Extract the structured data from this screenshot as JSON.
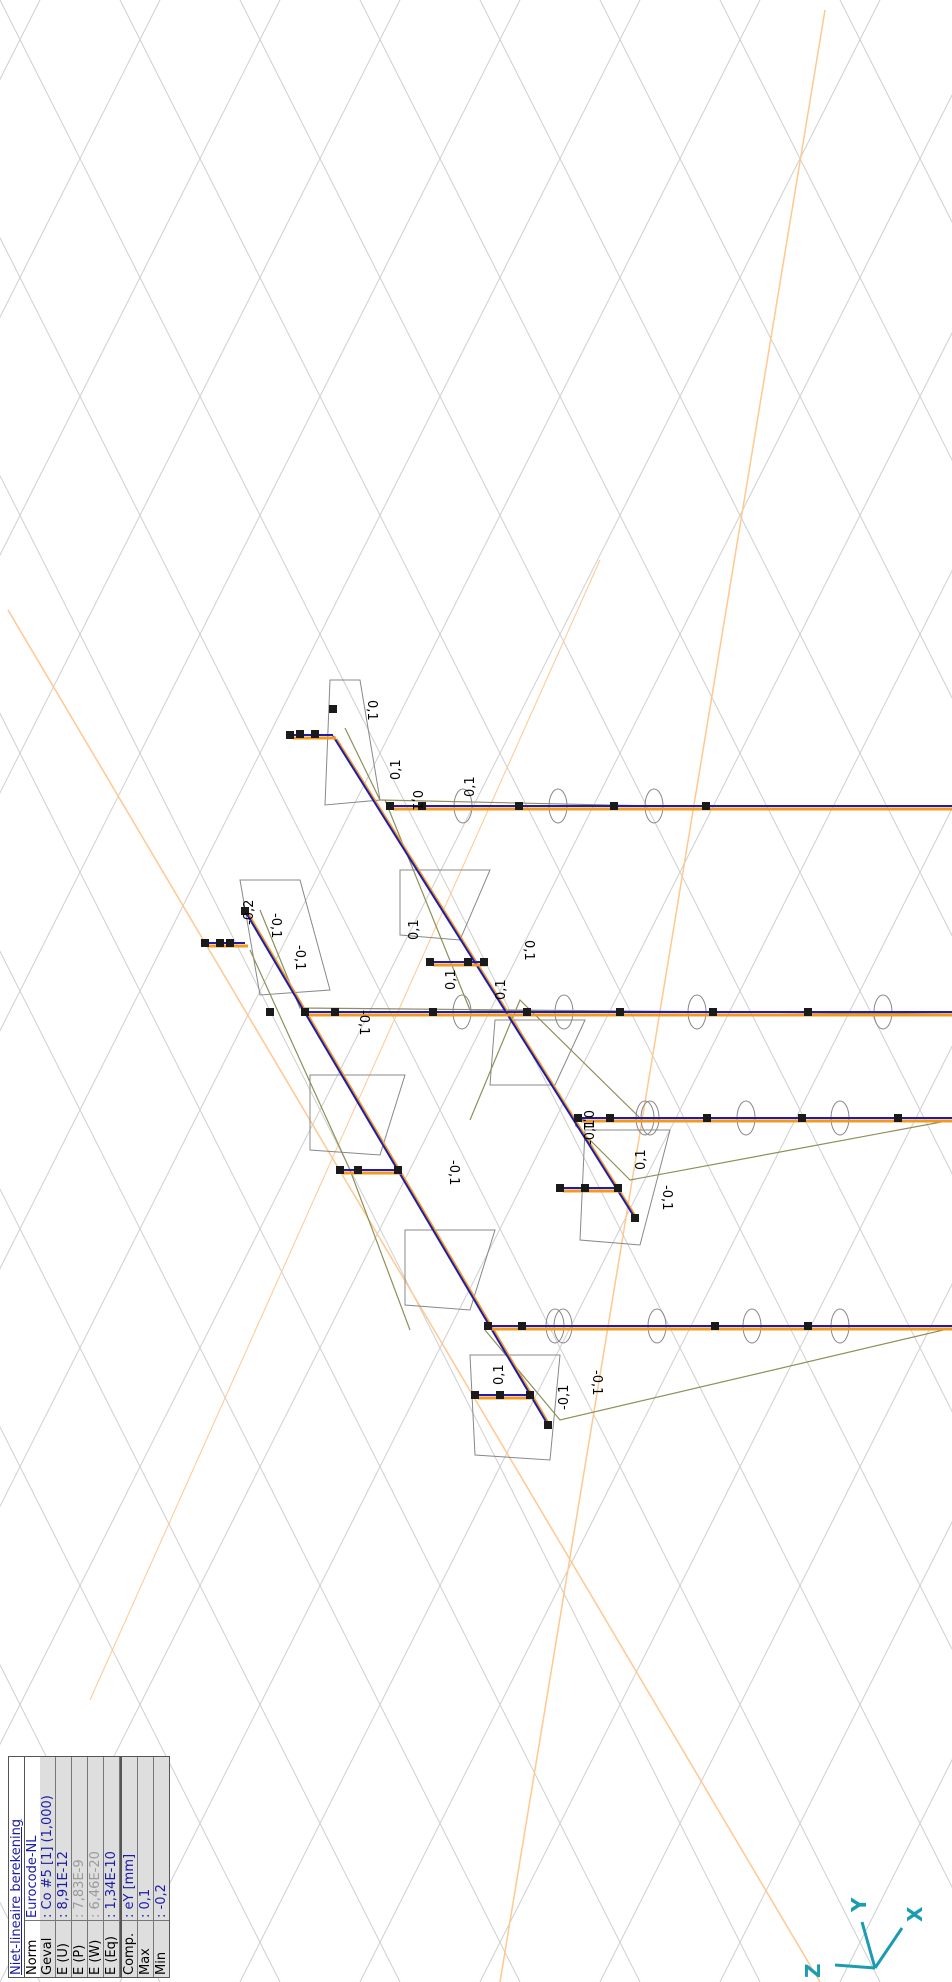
{
  "legend": {
    "title": "Niet-lineaire berekening",
    "rows": [
      {
        "key": "Norm",
        "value": "Eurocode-NL",
        "style": "blue"
      },
      {
        "key": "Geval",
        "value": ": Co #5 [1] (1,000)",
        "style": "blue"
      },
      {
        "key": "E (U)",
        "value": ": 8,91E-12",
        "style": "blue"
      },
      {
        "key": "E (P)",
        "value": ": 7,83E-9",
        "style": "grey"
      },
      {
        "key": "E (W)",
        "value": ": 6,46E-20",
        "style": "grey"
      },
      {
        "key": "E (Eq)",
        "value": ": 1,34E-10",
        "style": "blue"
      },
      {
        "key": "Comp.",
        "value": ": eY [mm]",
        "style": "blue"
      },
      {
        "key": "Max",
        "value": ": 0,1",
        "style": "blue"
      },
      {
        "key": "Min",
        "value": ": -0,2",
        "style": "blue"
      }
    ]
  },
  "axes": {
    "x": "X",
    "y": "Y",
    "z": "Z"
  },
  "colors": {
    "grid": "#cfcfcf",
    "pipe_blue": "#1c1cb4",
    "pipe_orange": "#f39a1e",
    "result_line": "#8f8f5a",
    "axis_triad": "#1a9db0",
    "ref_line": "#ffc891"
  },
  "values": [
    {
      "id": "v1",
      "text": "0,1"
    },
    {
      "id": "v2",
      "text": "0,1"
    },
    {
      "id": "v3",
      "text": "0,1"
    },
    {
      "id": "v4",
      "text": "0,1"
    },
    {
      "id": "v5",
      "text": "-0,1"
    },
    {
      "id": "v6",
      "text": "-0,1"
    },
    {
      "id": "v7",
      "text": "-0,2"
    },
    {
      "id": "v8",
      "text": "-0,1"
    },
    {
      "id": "v9",
      "text": "0,1"
    },
    {
      "id": "v10",
      "text": "0,1"
    },
    {
      "id": "v11",
      "text": "0,1"
    },
    {
      "id": "v12",
      "text": "-0,1"
    },
    {
      "id": "v13",
      "text": "0,1"
    },
    {
      "id": "v14",
      "text": "-0,1"
    },
    {
      "id": "v15",
      "text": "0,1"
    },
    {
      "id": "v16",
      "text": "0,1"
    },
    {
      "id": "v17",
      "text": "-0,1"
    },
    {
      "id": "v18",
      "text": "-0,1"
    },
    {
      "id": "v19",
      "text": "-0,1"
    },
    {
      "id": "v20",
      "text": "0,1"
    }
  ]
}
